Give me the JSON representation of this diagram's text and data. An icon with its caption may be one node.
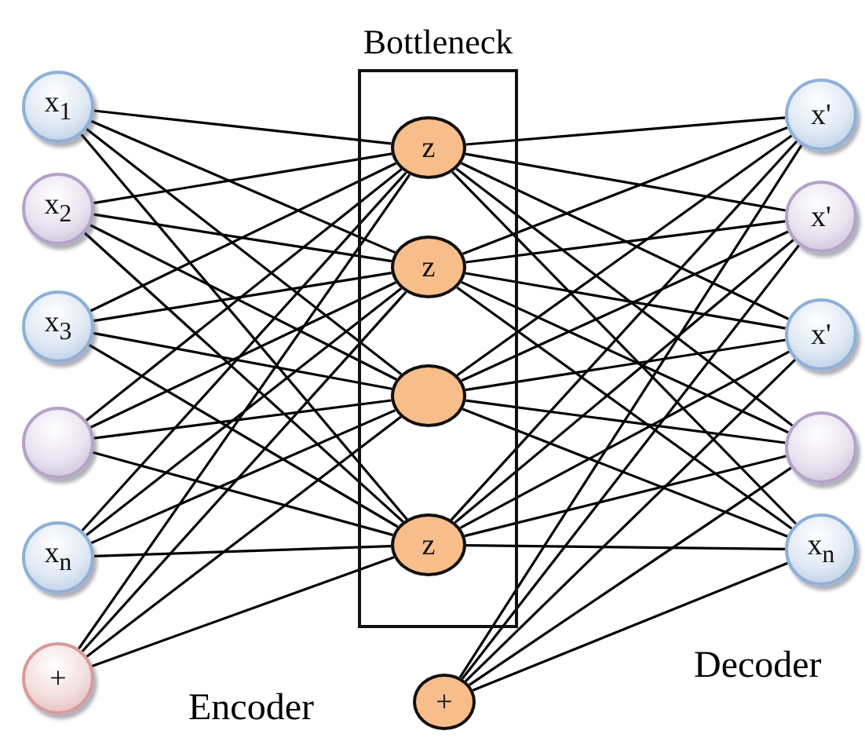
{
  "diagram": {
    "nodes": [
      {
        "text": [
          "Bottleneck"
        ]
      },
      {
        "text": [
          "x$_{1}$"
        ]
      },
      {
        "text": [
          "x$_{2}$"
        ]
      },
      {
        "text": [
          "x$_{3}$"
        ]
      },
      {
        "text": [],
        "shape": "circle"
      },
      {
        "text": [
          "x$_{n}$"
        ]
      },
      {
        "text": [
          "+"
        ]
      },
      {
        "text": [
          "z"
        ],
        "in": 0
      },
      {
        "text": [
          "z"
        ],
        "in": 0
      },
      {
        "text": [],
        "shape": "circle",
        "in": 0
      },
      {
        "text": [
          "z"
        ],
        "in": 0
      },
      {
        "text": [
          "+"
        ]
      },
      {
        "text": [
          "x'"
        ]
      },
      {
        "text": [
          "x'"
        ]
      },
      {
        "text": [
          "x'"
        ]
      },
      {
        "text": [],
        "shape": "circle"
      },
      {
        "text": [
          "x$_{n}$"
        ]
      }
    ],
    "edges": [
      {
        "from": 1,
        "to": 7,
        "arrow": "none"
      },
      {
        "from": 1,
        "to": 8,
        "arrow": "none"
      },
      {
        "from": 1,
        "to": 9,
        "arrow": "none"
      },
      {
        "from": 1,
        "to": 10,
        "arrow": "none"
      },
      {
        "from": 2,
        "to": 7,
        "arrow": "none"
      },
      {
        "from": 2,
        "to": 8,
        "arrow": "none"
      },
      {
        "from": 2,
        "to": 9,
        "arrow": "none"
      },
      {
        "from": 2,
        "to": 10,
        "arrow": "none"
      },
      {
        "from": 3,
        "to": 7,
        "arrow": "none"
      },
      {
        "from": 3,
        "to": 8,
        "arrow": "none"
      },
      {
        "from": 3,
        "to": 9,
        "arrow": "none"
      },
      {
        "from": 3,
        "to": 10,
        "arrow": "none"
      },
      {
        "from": 4,
        "to": 7,
        "arrow": "none"
      },
      {
        "from": 4,
        "to": 8,
        "arrow": "none"
      },
      {
        "from": 4,
        "to": 9,
        "arrow": "none"
      },
      {
        "from": 4,
        "to": 10,
        "arrow": "none"
      },
      {
        "from": 5,
        "to": 7,
        "arrow": "none"
      },
      {
        "from": 5,
        "to": 8,
        "arrow": "none"
      },
      {
        "from": 5,
        "to": 9,
        "arrow": "none"
      },
      {
        "from": 5,
        "to": 10,
        "arrow": "none"
      },
      {
        "from": 6,
        "to": 7,
        "arrow": "none"
      },
      {
        "from": 6,
        "to": 8,
        "arrow": "none"
      },
      {
        "from": 6,
        "to": 9,
        "arrow": "none"
      },
      {
        "from": 6,
        "to": 10,
        "arrow": "none"
      },
      {
        "from": 7,
        "to": 12,
        "arrow": "none"
      },
      {
        "from": 7,
        "to": 13,
        "arrow": "none"
      },
      {
        "from": 7,
        "to": 14,
        "arrow": "none"
      },
      {
        "from": 7,
        "to": 15,
        "arrow": "none"
      },
      {
        "from": 7,
        "to": 16,
        "arrow": "none"
      },
      {
        "from": 8,
        "to": 12,
        "arrow": "none"
      },
      {
        "from": 8,
        "to": 13,
        "arrow": "none"
      },
      {
        "from": 8,
        "to": 14,
        "arrow": "none"
      },
      {
        "from": 8,
        "to": 15,
        "arrow": "none"
      },
      {
        "from": 8,
        "to": 16,
        "arrow": "none"
      },
      {
        "from": 9,
        "to": 12,
        "arrow": "none"
      },
      {
        "from": 9,
        "to": 13,
        "arrow": "none"
      },
      {
        "from": 9,
        "to": 14,
        "arrow": "none"
      },
      {
        "from": 9,
        "to": 15,
        "arrow": "none"
      },
      {
        "from": 9,
        "to": 16,
        "arrow": "none"
      },
      {
        "from": 10,
        "to": 12,
        "arrow": "none"
      },
      {
        "from": 10,
        "to": 13,
        "arrow": "none"
      },
      {
        "from": 10,
        "to": 14,
        "arrow": "none"
      },
      {
        "from": 10,
        "to": 15,
        "arrow": "none"
      },
      {
        "from": 10,
        "to": 16,
        "arrow": "none"
      },
      {
        "from": 11,
        "to": 12,
        "arrow": "none"
      },
      {
        "from": 11,
        "to": 13,
        "arrow": "none"
      },
      {
        "from": 11,
        "to": 14,
        "arrow": "none"
      },
      {
        "from": 11,
        "to": 15,
        "arrow": "none"
      },
      {
        "from": 11,
        "to": 16,
        "arrow": "none"
      }
    ],
    "labels": [
      "Encoder",
      "Decoder"
    ]
  }
}
